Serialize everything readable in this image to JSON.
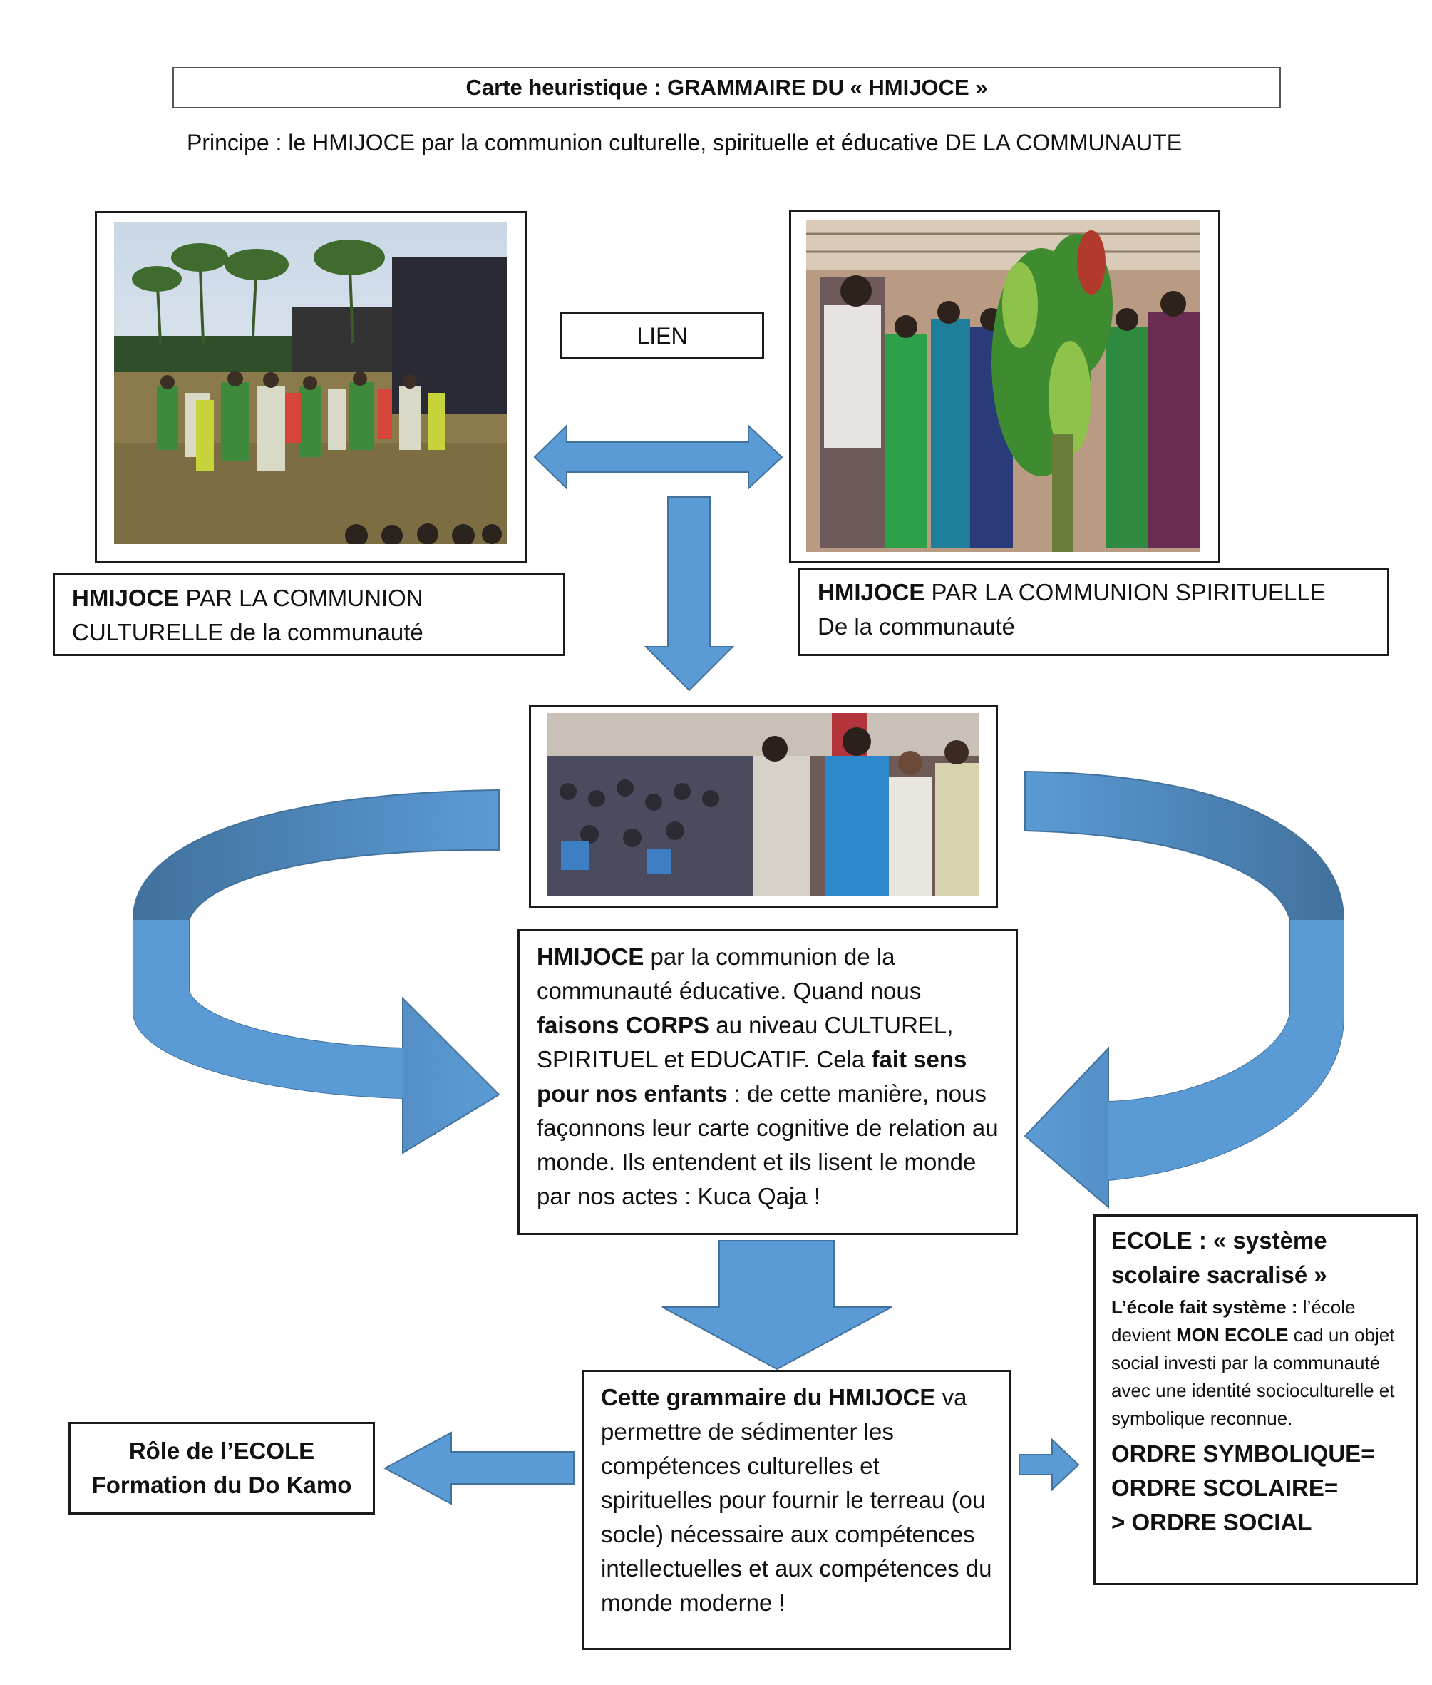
{
  "title": "Carte heuristique : GRAMMAIRE DU « HMIJOCE »",
  "principle": "Principe : le HMIJOCE par la communion culturelle, spirituelle et éducative DE LA COMMUNAUTE",
  "lien_label": "LIEN",
  "culture_box": {
    "bold": "HMIJOCE",
    "line1_rest": " PAR LA COMMUNION",
    "line2": "CULTURELLE de la communauté"
  },
  "spirit_box": {
    "bold": "HMIJOCE",
    "line1_rest": " PAR LA COMMUNION SPIRITUELLE",
    "line2": "De la communauté"
  },
  "center_box": {
    "p1_bold": "HMIJOCE",
    "p1": " par la communion de la communauté éducative. Quand nous ",
    "p2_bold": "faisons CORPS",
    "p2": " au niveau CULTUREL, SPIRITUEL et EDUCATIF.  Cela ",
    "p3_bold": "fait sens pour nos enfants",
    "p3": " : de cette manière, nous façonnons leur carte cognitive de relation au monde. Ils entendent et ils lisent le monde par nos actes : Kuca Qaja !"
  },
  "grammar_box": {
    "bold": "Cette grammaire du HMIJOCE",
    "text": " va permettre de sédimenter les compétences culturelles et spirituelles pour fournir le terreau (ou socle) nécessaire aux compétences intellectuelles et aux compétences du monde moderne !"
  },
  "role_box": {
    "line1": "Rôle de l’ECOLE",
    "line2": "Formation du Do Kamo"
  },
  "ecole_box": {
    "heading": "ECOLE : « système scolaire sacralisé »",
    "sub_bold1": "L’école fait système :",
    "sub_text1": " l’école devient ",
    "sub_bold2": "MON ECOLE",
    "sub_text2": " cad un objet social investi par la communauté avec une identité socioculturelle et symbolique reconnue.",
    "order1": "ORDRE SYMBOLIQUE=",
    "order2": "ORDRE SCOLAIRE=",
    "order3": "> ORDRE SOCIAL"
  },
  "colors": {
    "arrow": "#5b9bd5",
    "arrow_dark": "#41719c",
    "border": "#1a1a1a"
  }
}
